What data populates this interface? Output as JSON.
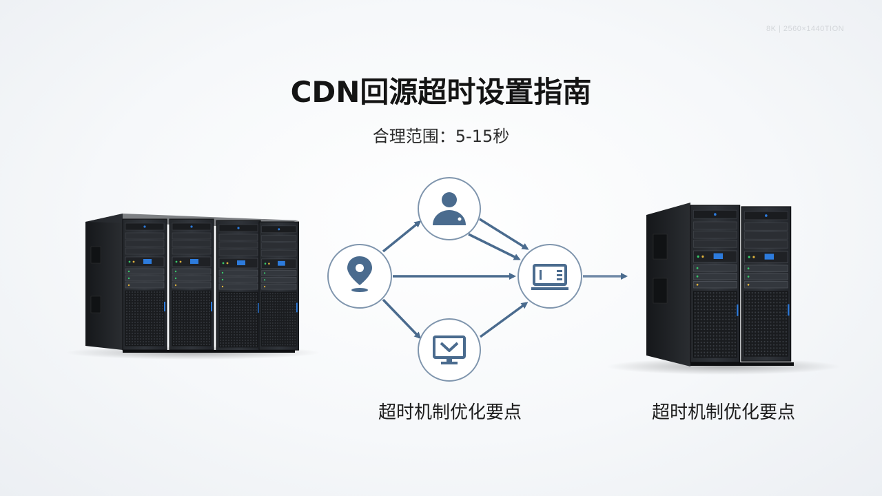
{
  "watermark": "8K | 2560×1440TION",
  "title": "CDN回源超时设置指南",
  "subtitle": "合理范围：5-15秒",
  "diagram": {
    "nodes": [
      {
        "id": "origin",
        "icon": "location-pin-icon"
      },
      {
        "id": "user",
        "icon": "user-icon"
      },
      {
        "id": "display",
        "icon": "monitor-check-icon"
      },
      {
        "id": "terminal",
        "icon": "terminal-device-icon"
      }
    ],
    "caption": "超时机制优化要点"
  },
  "server_right": {
    "caption": "超时机制优化要点"
  },
  "colors": {
    "accent": "#4a6b8e",
    "node_border": "#7f95ad",
    "rack_dark": "#1b1d20",
    "led_blue": "#2d7bdc"
  }
}
